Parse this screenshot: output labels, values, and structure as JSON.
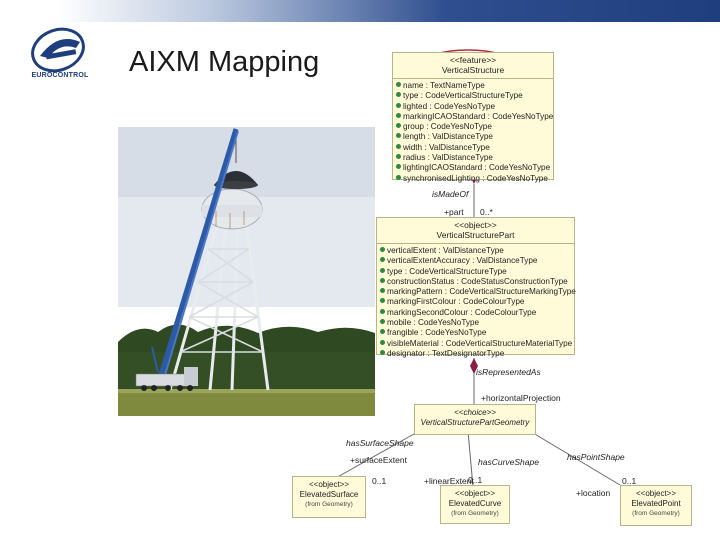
{
  "header": {
    "title": "AIXM Mapping",
    "logo_text": "EUROCONTROL"
  },
  "photo": {
    "subject": "water-tower-with-crane"
  },
  "vertical_structure": {
    "stereotype": "<<feature>>",
    "name": "VerticalStructure",
    "attributes": [
      "name : TextNameType",
      "type : CodeVerticalStructureType",
      "lighted : CodeYesNoType",
      "markingICAOStandard : CodeYesNoType",
      "group : CodeYesNoType",
      "length : ValDistanceType",
      "width : ValDistanceType",
      "radius : ValDistanceType",
      "lightingICAOStandard : CodeYesNoType",
      "synchronisedLighting : CodeYesNoType"
    ]
  },
  "vertical_structure_part": {
    "stereotype": "<<object>>",
    "name": "VerticalStructurePart",
    "attributes": [
      "verticalExtent : ValDistanceType",
      "verticalExtentAccuracy : ValDistanceType",
      "type : CodeVerticalStructureType",
      "constructionStatus : CodeStatusConstructionType",
      "markingPattern : CodeVerticalStructureMarkingType",
      "markingFirstColour : CodeColourType",
      "markingSecondColour : CodeColourType",
      "mobile : CodeYesNoType",
      "frangible : CodeYesNoType",
      "visibleMaterial : CodeVerticalStructureMaterialType",
      "designator : TextDesignatorType"
    ]
  },
  "geometry": {
    "stereotype": "<<choice>>",
    "name": "VerticalStructurePartGeometry"
  },
  "surface": {
    "stereotype": "<<object>>",
    "name": "ElevatedSurface",
    "sub": "(from Geometry)"
  },
  "curve": {
    "stereotype": "<<object>>",
    "name": "ElevatedCurve",
    "sub": "(from Geometry)"
  },
  "point": {
    "stereotype": "<<object>>",
    "name": "ElevatedPoint",
    "sub": "(from Geometry)"
  },
  "relations": {
    "is_made_of": "isMadeOf",
    "part": "+part",
    "part_mult": "0..*",
    "is_represented_as": "isRepresentedAs",
    "horizontal_projection": "+horizontalProjection",
    "has_surface_shape": "hasSurfaceShape",
    "surface_extent": "+surfaceExtent",
    "surface_mult": "0..1",
    "has_curve_shape": "hasCurveShape",
    "linear_extent": "+linearExtent",
    "curve_mult": "0..1",
    "has_point_shape": "hasPointShape",
    "location": "+location",
    "point_mult": "0..1"
  },
  "colors": {
    "uml_fill": "#fffbd9",
    "uml_border": "#b8b48a",
    "composition": "#8a1c4a",
    "highlight": "#b0303b",
    "brand": "#1f3e7d"
  }
}
